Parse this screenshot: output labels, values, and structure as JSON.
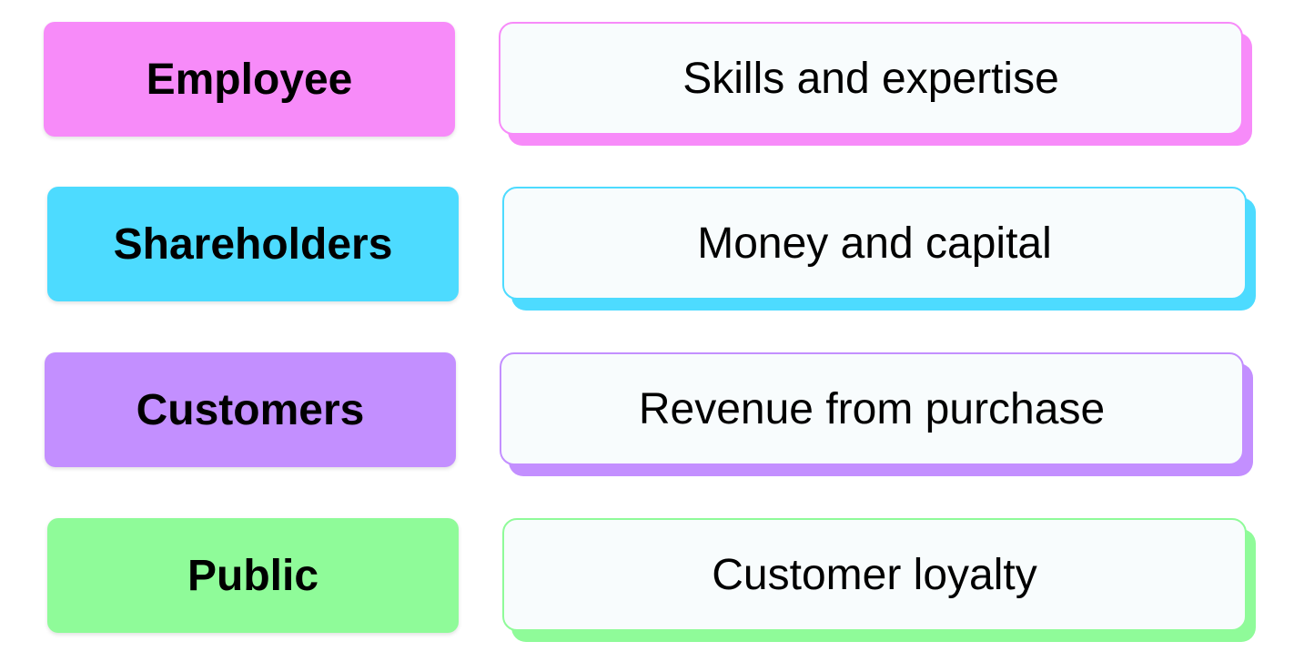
{
  "rows": [
    {
      "label": "Employee",
      "value": "Skills and expertise",
      "color": "#f78bf9"
    },
    {
      "label": "Shareholders",
      "value": "Money and capital",
      "color": "#4ddbff"
    },
    {
      "label": "Customers",
      "value": "Revenue from purchase",
      "color": "#c38fff"
    },
    {
      "label": "Public",
      "value": "Customer loyalty",
      "color": "#8ffb99"
    }
  ]
}
